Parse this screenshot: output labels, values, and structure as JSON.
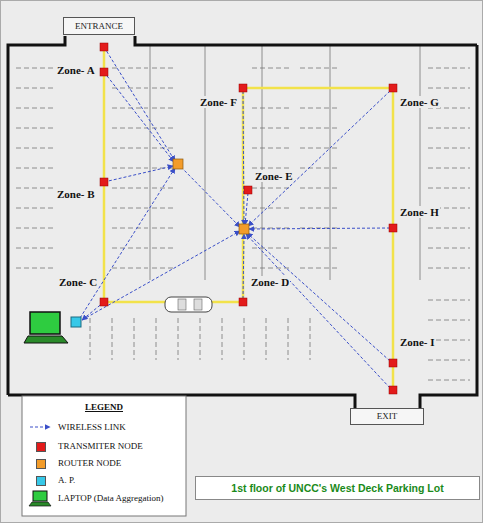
{
  "diagram": {
    "caption": "1st floor of UNCC's West Deck Parking Lot",
    "nodes": [
      {
        "text": [
          "ENTRANCE"
        ]
      },
      {
        "text": [
          "EXIT"
        ]
      }
    ],
    "labels": [
      "Zone- A",
      "Zone- B",
      "Zone- C",
      "Zone- D",
      "Zone- E",
      "Zone- F",
      "Zone- G",
      "Zone- H",
      "Zone- I",
      "LEGEND"
    ],
    "legend": [
      {
        "text": "WIRELESS LINK"
      },
      {
        "text": "TRANSMITER NODE",
        "color": "#e31b1b"
      },
      {
        "text": "ROUTER NODE",
        "color": "#f39c2a"
      },
      {
        "text": "A. P.",
        "color": "#36c8e8"
      },
      {
        "text": "LAPTOP (Data Aggregation)"
      }
    ]
  }
}
